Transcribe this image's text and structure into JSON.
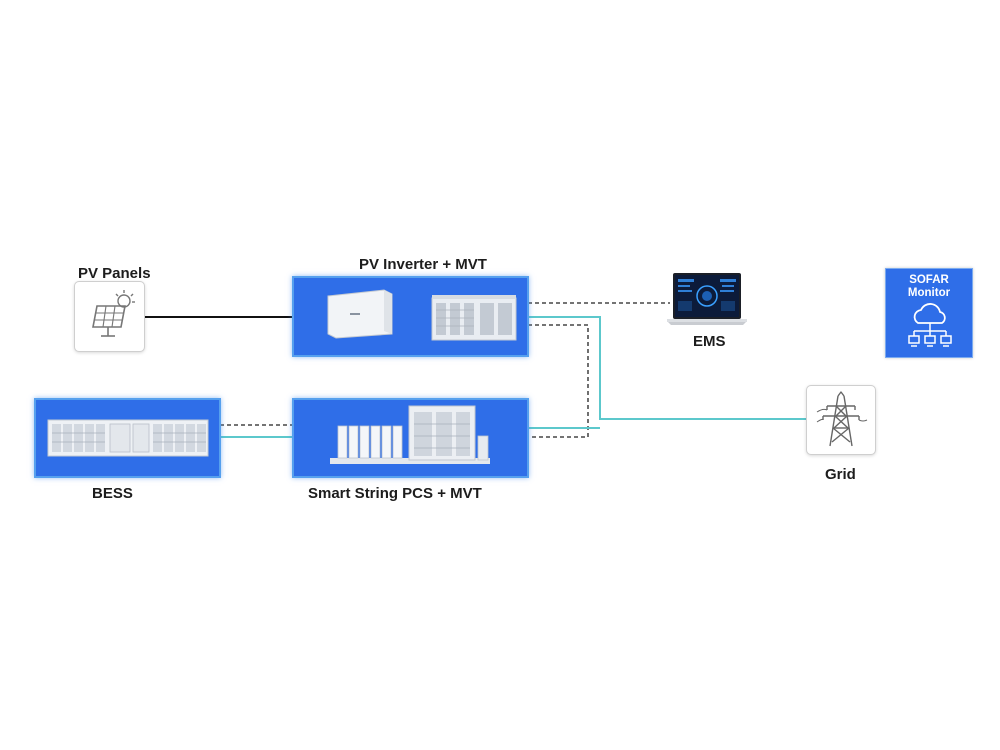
{
  "nodes": {
    "pv_panels": {
      "label": "PV Panels",
      "icon": "solar-panel-icon"
    },
    "pv_inverter": {
      "label": "PV Inverter + MVT"
    },
    "ems": {
      "label": "EMS",
      "icon": "laptop-dashboard-icon"
    },
    "sofar_monitor": {
      "line1": "SOFAR",
      "line2": "Monitor",
      "icon": "cloud-network-icon"
    },
    "bess": {
      "label": "BESS"
    },
    "pcs": {
      "label": "Smart String PCS + MVT"
    },
    "grid": {
      "label": "Grid",
      "icon": "transmission-tower-icon"
    }
  },
  "colors": {
    "blue_box": "#2f6ee8",
    "power_line": "#5cc8cc",
    "dc_line": "#111111",
    "comm_line": "#222222"
  }
}
